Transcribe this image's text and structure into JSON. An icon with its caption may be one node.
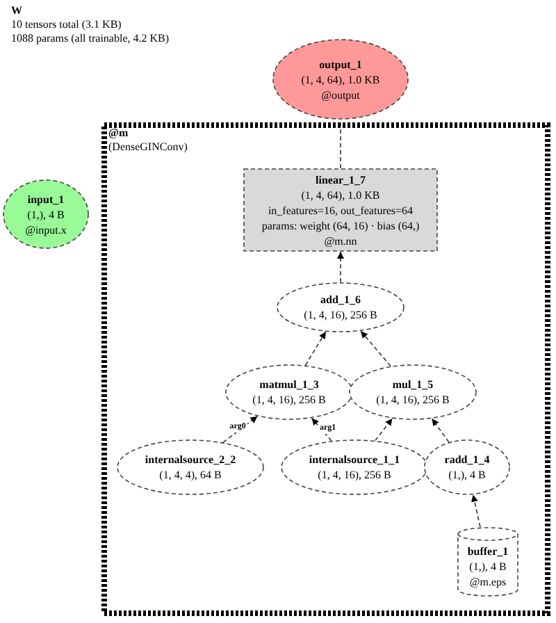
{
  "diagram": {
    "title": "W",
    "nodes": [
      {
        "text": [
          "input_1",
          "(1,), 4 B",
          "@input.x"
        ]
      },
      {
        "text": [
          "output_1",
          "(1, 4, 64), 1.0 KB",
          "@output"
        ]
      },
      {
        "text": [
          "@m",
          "(DenseGINConv)"
        ]
      },
      {
        "text": [
          "linear_1_7",
          "(1, 4, 64), 1.0 KB",
          "in_features=16, out_features=64",
          "params: weight (64, 16) · bias (64,)",
          "@m.nn"
        ],
        "in": 2
      },
      {
        "text": [
          "add_1_6",
          "(1, 4, 16), 256 B"
        ],
        "in": 2
      },
      {
        "text": [
          "matmul_1_3",
          "(1, 4, 16), 256 B"
        ],
        "in": 2
      },
      {
        "text": [
          "mul_1_5",
          "(1, 4, 16), 256 B"
        ],
        "in": 2
      },
      {
        "text": [
          "internalsource_2_2",
          "(1, 4, 4), 64 B"
        ],
        "in": 2
      },
      {
        "text": [
          "internalsource_1_1",
          "(1, 4, 16), 256 B"
        ],
        "in": 2
      },
      {
        "text": [
          "radd_1_4",
          "(1,), 4 B"
        ],
        "in": 2
      },
      {
        "text": [
          "buffer_1",
          "(1,), 4 B",
          "@m.eps"
        ],
        "in": 2
      }
    ],
    "edges": [
      {
        "from": 3,
        "to": 1,
        "arrow": "none"
      },
      {
        "from": 4,
        "to": 3,
        "arrow": "to"
      },
      {
        "from": 5,
        "to": 4,
        "arrow": "to"
      },
      {
        "from": 6,
        "to": 4,
        "arrow": "to"
      },
      {
        "from": 7,
        "to": 5,
        "arrow": "to",
        "label": "arg0"
      },
      {
        "from": 8,
        "to": 5,
        "arrow": "to",
        "label": "arg1"
      },
      {
        "from": 8,
        "to": 6,
        "arrow": "to"
      },
      {
        "from": 9,
        "to": 6,
        "arrow": "to"
      },
      {
        "from": 10,
        "to": 9,
        "arrow": "to"
      }
    ],
    "labels": [
      "10 tensors total (3.1 KB)",
      "1088 params (all trainable, 4.2 KB)"
    ]
  }
}
